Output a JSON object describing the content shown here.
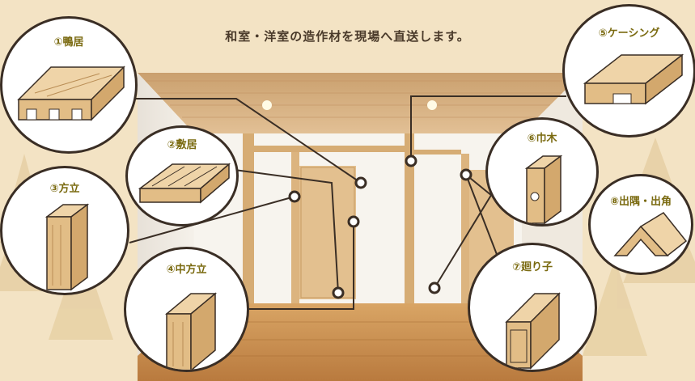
{
  "headline": "和室・洋室の造作材を現場へ直送します。",
  "items": [
    {
      "label": "①鴨居"
    },
    {
      "label": "②敷居"
    },
    {
      "label": "③方立"
    },
    {
      "label": "④中方立"
    },
    {
      "label": "⑤ケーシング"
    },
    {
      "label": "⑥巾木"
    },
    {
      "label": "⑦廻り子"
    },
    {
      "label": "⑧出隅・出角"
    }
  ],
  "colors": {
    "background": "#f3e3c4",
    "wood": "#e9c99a",
    "wood_dark": "#c9a06a",
    "outline": "#3a2e25",
    "label": "#7a6a10"
  }
}
